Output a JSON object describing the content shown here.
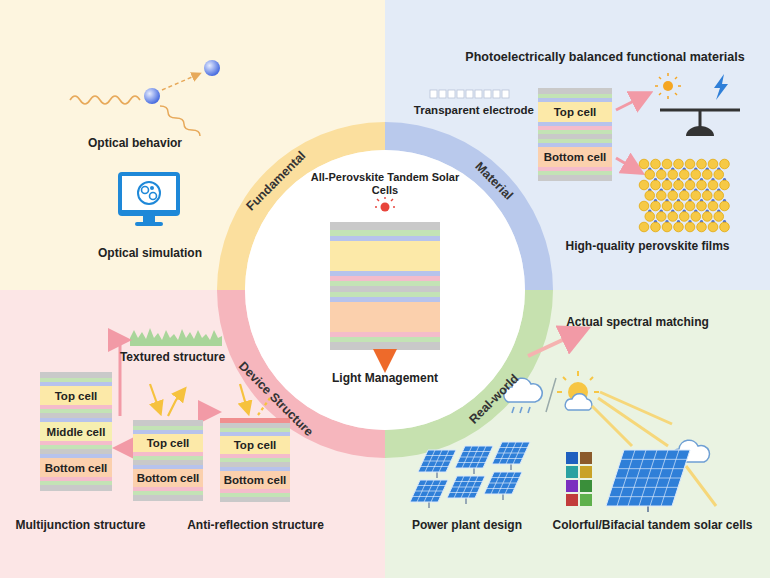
{
  "diagram": {
    "nodes": [
      {
        "text": [
          "Top cell"
        ]
      },
      {
        "text": [
          "Bottom cell"
        ]
      },
      {
        "text": [
          "Top cell"
        ]
      },
      {
        "text": [
          "Middle cell"
        ]
      },
      {
        "text": [
          "Bottom cell"
        ]
      },
      {
        "text": [
          "Top cell"
        ]
      },
      {
        "text": [
          "Bottom cell"
        ]
      },
      {
        "text": [
          "Top cell"
        ]
      },
      {
        "text": [
          "Bottom cell"
        ]
      }
    ],
    "labels": [
      "Fundamental",
      "Material",
      "Device Structure",
      "Real-world",
      "All-Perovskite Tandem Solar Cells",
      "Light Management",
      "Optical behavior",
      "Optical simulation",
      "Photoelectrically balanced functional materials",
      "Transparent electrode",
      "High-quality perovskite films",
      "Textured structure",
      "Multijunction structure",
      "Anti-reflection structure",
      "Actual spectral matching",
      "Power plant design",
      "Colorful/Bifacial tandem solar cells"
    ]
  }
}
